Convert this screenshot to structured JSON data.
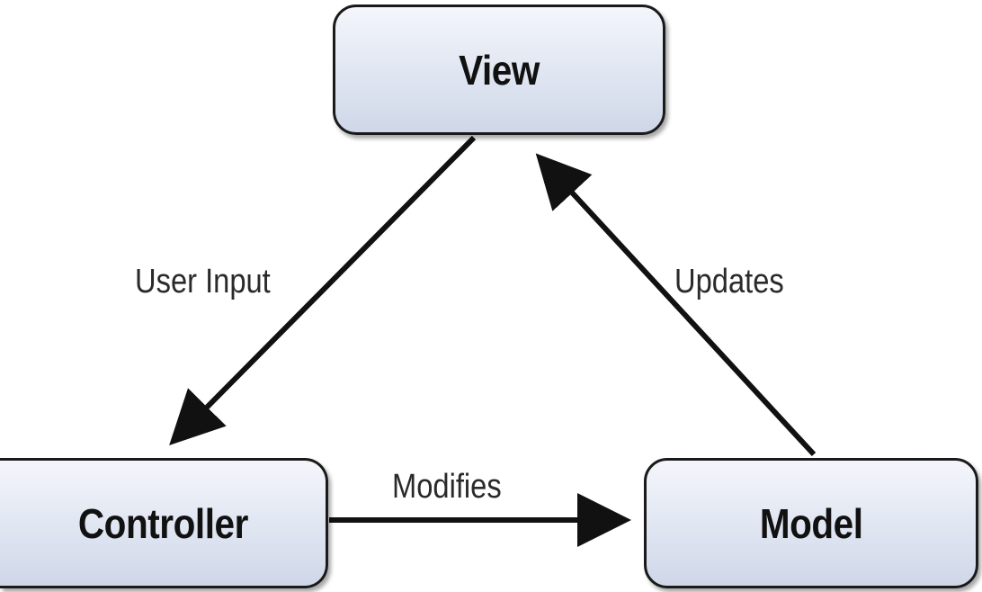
{
  "nodes": {
    "view": "View",
    "controller": "Controller",
    "model": "Model"
  },
  "edges": {
    "user_input": "User Input",
    "updates": "Updates",
    "modifies": "Modifies"
  },
  "colors": {
    "arrow": "#111111",
    "node_border": "#1a1a1a",
    "node_fill_top": "#f4f6fb",
    "node_fill_bottom": "#cfd7e8"
  }
}
